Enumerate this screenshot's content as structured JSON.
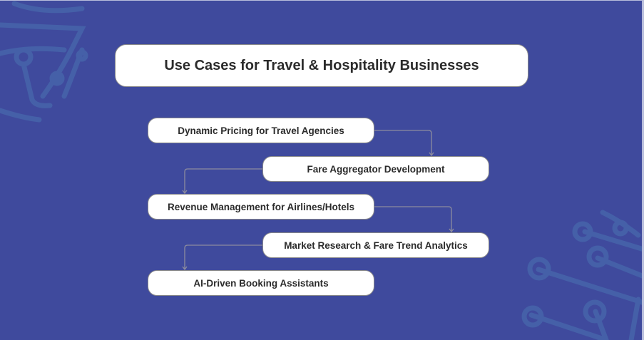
{
  "title": "Use Cases for Travel & Hospitality Businesses",
  "steps": [
    {
      "label": "Dynamic Pricing for Travel Agencies"
    },
    {
      "label": "Fare Aggregator Development"
    },
    {
      "label": "Revenue Management for Airlines/Hotels"
    },
    {
      "label": "Market Research & Fare Trend Analytics"
    },
    {
      "label": "AI-Driven Booking Assistants"
    }
  ],
  "colors": {
    "background": "#3f4a9d",
    "decoration": "#4560a8",
    "box": "#ffffff",
    "box_border": "#8a8a8a",
    "connector": "#8c8c9e",
    "text": "#2b2b2b"
  }
}
